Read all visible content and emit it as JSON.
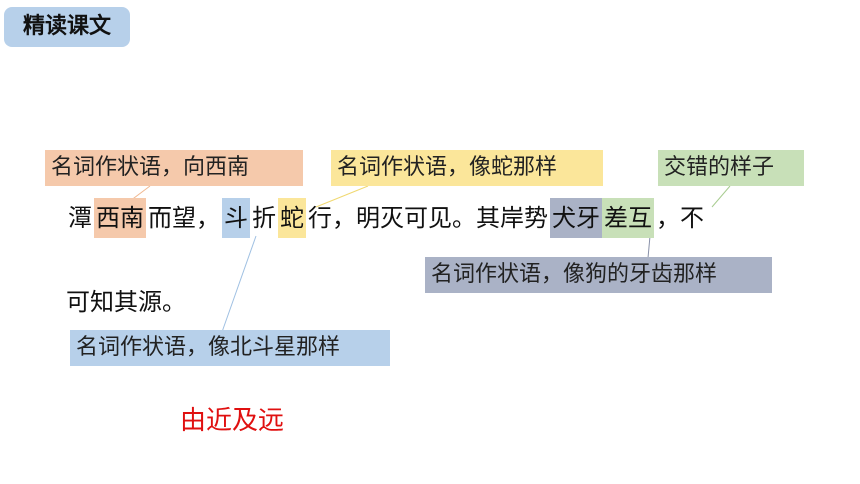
{
  "title": "精读课文",
  "sentence": {
    "seg1": "潭",
    "seg2": "西南",
    "seg3": "而望，",
    "seg4": "斗",
    "seg5": "折",
    "seg6": "蛇",
    "seg7": "行，明灭可见。其岸势",
    "seg8": "犬牙",
    "seg9": "差互",
    "seg10": "，不",
    "line2": "可知其源。"
  },
  "annotations": {
    "xinan": "名词作状语，向西南",
    "she": "名词作状语，像蛇那样",
    "chahu": "交错的样子",
    "quanya": "名词作状语，像狗的牙齿那样",
    "dou": "名词作状语，像北斗星那样"
  },
  "conclusion": "由近及远",
  "colors": {
    "orange_highlight": "#f5c9ab",
    "yellow_highlight": "#fbe69a",
    "green_highlight": "#c8e0b8",
    "gray_highlight": "#aab2c6",
    "blue_highlight": "#b7d0ea",
    "conclusion_red": "#e01010"
  }
}
